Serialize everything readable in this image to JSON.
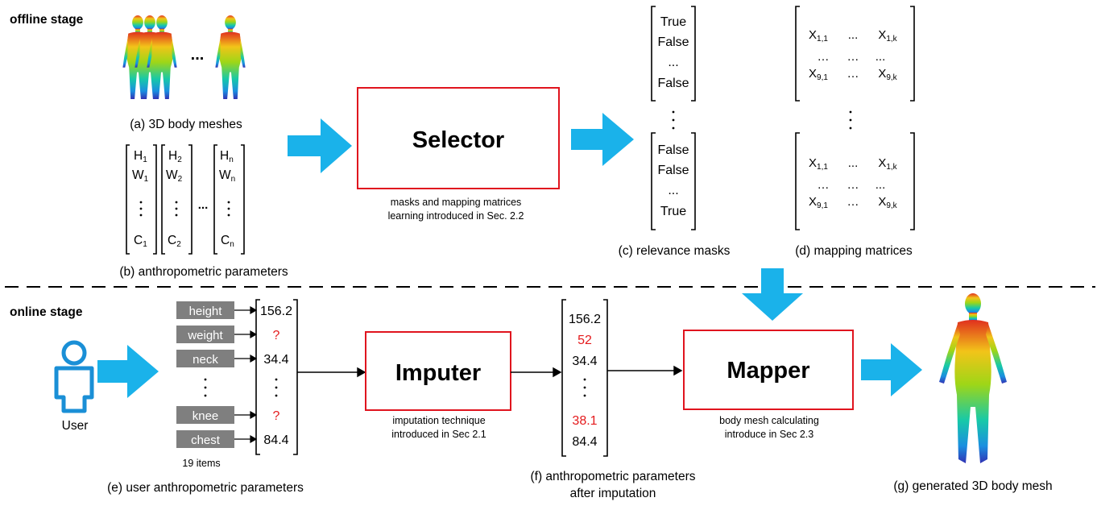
{
  "offline": {
    "stage_label": "offline stage",
    "meshes_caption": "(a) 3D body meshes",
    "ellipsis": "...",
    "params_caption": "(b) anthropometric parameters",
    "param_columns": [
      {
        "h": "H",
        "hs": "1",
        "w": "W",
        "ws": "1",
        "c": "C",
        "cs": "1"
      },
      {
        "h": "H",
        "hs": "2",
        "w": "W",
        "ws": "2",
        "c": "C",
        "cs": "2"
      },
      {
        "h": "H",
        "hs": "n",
        "w": "W",
        "ws": "n",
        "c": "C",
        "cs": "n"
      }
    ],
    "selector_label": "Selector",
    "selector_note": [
      "masks and mapping matrices",
      "learning introduced in Sec. 2.2"
    ],
    "masks_top": [
      "True",
      "False",
      "...",
      "False"
    ],
    "masks_bottom": [
      "False",
      "False",
      "...",
      "True"
    ],
    "masks_caption": "(c) relevance masks",
    "matrix_rows": [
      [
        {
          "t": "X",
          "s": "1,1"
        },
        {
          "t": "...",
          "s": ""
        },
        {
          "t": "X",
          "s": "1,k"
        }
      ],
      [
        {
          "t": "…",
          "s": ""
        },
        {
          "t": "…",
          "s": ""
        },
        {
          "t": "...",
          "s": ""
        }
      ],
      [
        {
          "t": "X",
          "s": "9,1"
        },
        {
          "t": "…",
          "s": ""
        },
        {
          "t": "X",
          "s": "9,k"
        }
      ]
    ],
    "matrices_caption": "(d) mapping matrices"
  },
  "online": {
    "stage_label": "online stage",
    "user_label": "User",
    "items": [
      "height",
      "weight",
      "neck",
      "knee",
      "chest"
    ],
    "user_values": [
      "156.2",
      "?",
      "34.4",
      "?",
      "84.4"
    ],
    "items_count": "19 items",
    "user_params_caption": "(e) user anthropometric parameters",
    "imputer_label": "Imputer",
    "imputer_note": [
      "imputation technique",
      "introduced in Sec 2.1"
    ],
    "imputed_values": [
      "156.2",
      "52",
      "34.4",
      "38.1",
      "84.4"
    ],
    "imputed_caption": [
      "(f) anthropometric parameters",
      "after imputation"
    ],
    "mapper_label": "Mapper",
    "mapper_note": [
      "body mesh calculating",
      "introduce in Sec 2.3"
    ],
    "generated_caption": "(g) generated 3D body mesh"
  },
  "colors": {
    "arrow": "#1ab2ea",
    "box_border": "#e0141e",
    "item_fill": "#7f7f7f",
    "missing_value": "#e41a1c",
    "mesh_top": "#e0301e",
    "mesh_mid": "#9ed617",
    "mesh_low": "#17c9a8",
    "mesh_bottom": "#3232b4"
  }
}
